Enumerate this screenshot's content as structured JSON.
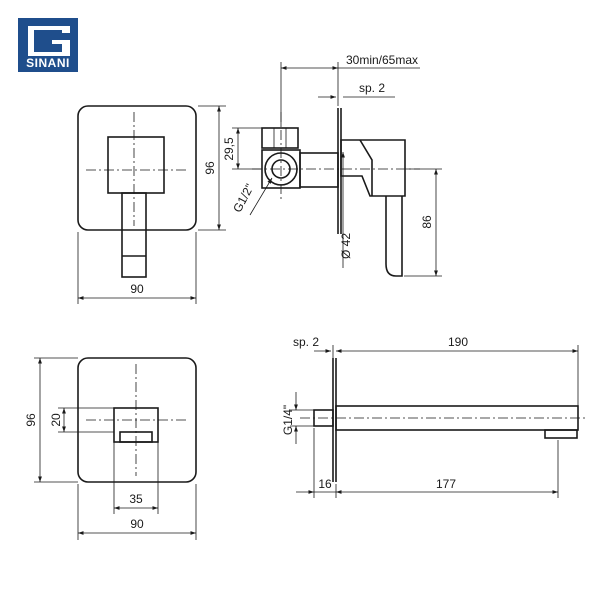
{
  "brand": {
    "name": "SINANI",
    "color": "#1f4e8c"
  },
  "views": {
    "front_view": {
      "width_label": "90",
      "height_label": "96"
    },
    "side_view": {
      "depth_label": "30min/65max",
      "plate_label": "sp. 2",
      "outlet_label": "29,5",
      "thread_label": "G1/2\"",
      "diameter_label": "Ø 42",
      "lever_label": "86"
    },
    "spout_front_view": {
      "height_label": "96",
      "outlet_height_label": "20",
      "outlet_width_label": "35",
      "width_label": "90"
    },
    "spout_side_view": {
      "plate_label": "sp. 2",
      "length_label": "190",
      "thread_label": "G1/4\"",
      "base_label": "16",
      "reach_label": "177"
    }
  }
}
